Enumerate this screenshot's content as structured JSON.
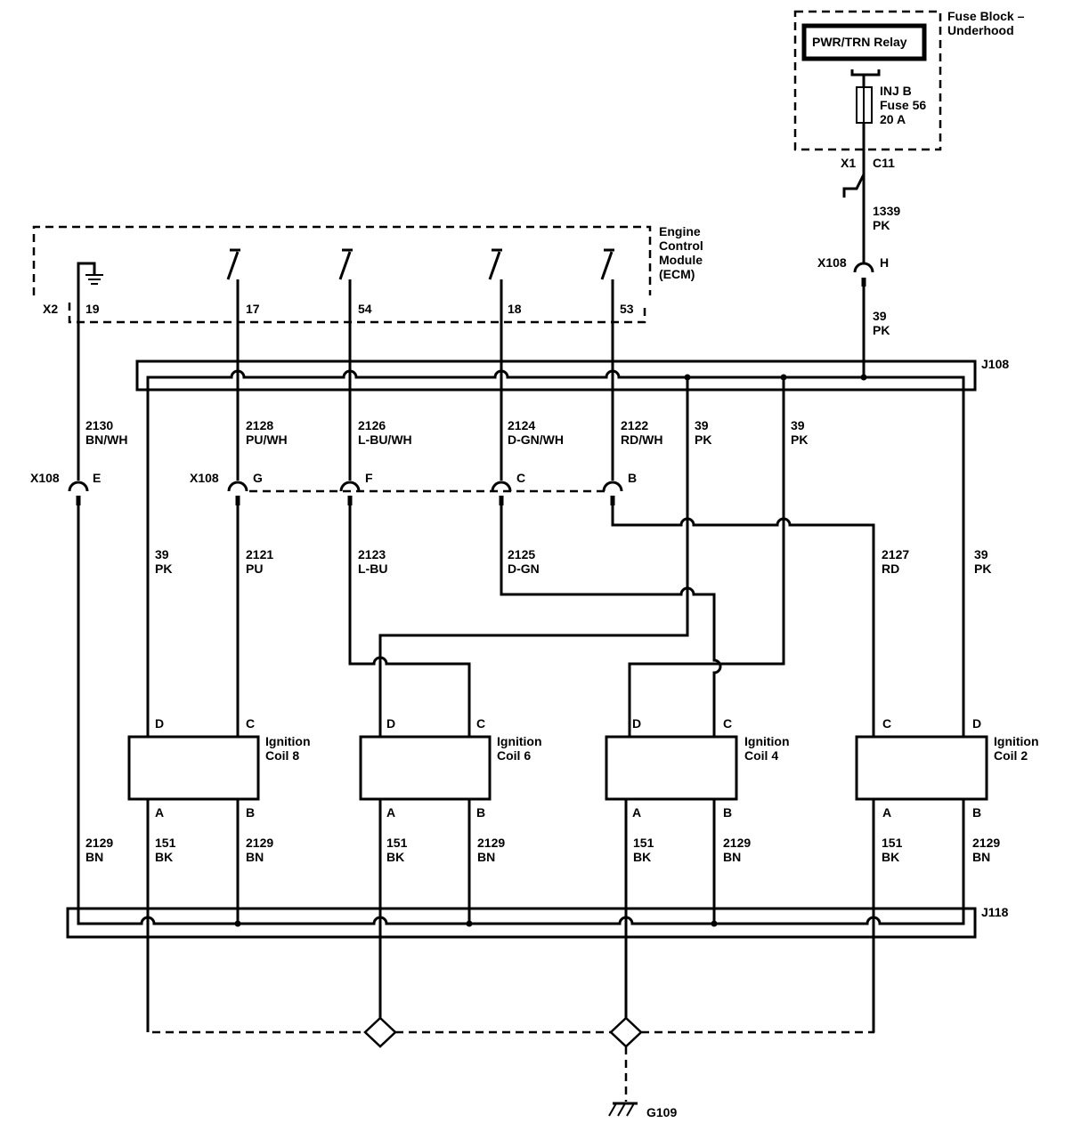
{
  "fuse_block": {
    "title_line1": "Fuse Block –",
    "title_line2": "Underhood",
    "relay_label": "PWR/TRN Relay",
    "fuse_line1": "INJ B",
    "fuse_line2": "Fuse 56",
    "fuse_line3": "20 A",
    "connector_x1": "X1",
    "pin_c11": "C11"
  },
  "feed": {
    "circuit_1339": "1339",
    "color_1339": "PK",
    "x108": "X108",
    "pin_h": "H",
    "circuit_39": "39",
    "color_39": "PK"
  },
  "ecm": {
    "line1": "Engine",
    "line2": "Control",
    "line3": "Module",
    "line4": "(ECM)",
    "connector": "X2",
    "pins": [
      "19",
      "17",
      "54",
      "18",
      "53"
    ]
  },
  "splices": {
    "j108": "J108",
    "j118": "J118"
  },
  "upper_wires": [
    {
      "num": "2130",
      "color": "BN/WH"
    },
    {
      "num": "2128",
      "color": "PU/WH"
    },
    {
      "num": "2126",
      "color": "L-BU/WH"
    },
    {
      "num": "2124",
      "color": "D-GN/WH"
    },
    {
      "num": "2122",
      "color": "RD/WH"
    },
    {
      "num": "39",
      "color": "PK"
    },
    {
      "num": "39",
      "color": "PK"
    }
  ],
  "x108_row": {
    "left_label": "X108",
    "left_pin": "E",
    "mid_label": "X108",
    "pins": [
      "G",
      "F",
      "C",
      "B"
    ]
  },
  "mid_wires": [
    {
      "num": "39",
      "color": "PK"
    },
    {
      "num": "2121",
      "color": "PU"
    },
    {
      "num": "2123",
      "color": "L-BU"
    },
    {
      "num": "2125",
      "color": "D-GN"
    },
    {
      "num": "2127",
      "color": "RD"
    },
    {
      "num": "39",
      "color": "PK"
    }
  ],
  "coils": [
    {
      "line1": "Ignition",
      "line2": "Coil 8",
      "top_left": "D",
      "top_right": "C",
      "bottom_left": "A",
      "bottom_right": "B"
    },
    {
      "line1": "Ignition",
      "line2": "Coil 6",
      "top_left": "D",
      "top_right": "C",
      "bottom_left": "A",
      "bottom_right": "B"
    },
    {
      "line1": "Ignition",
      "line2": "Coil 4",
      "top_left": "D",
      "top_right": "C",
      "bottom_left": "A",
      "bottom_right": "B"
    },
    {
      "line1": "Ignition",
      "line2": "Coil 2",
      "top_left": "C",
      "top_right": "D",
      "bottom_left": "A",
      "bottom_right": "B"
    }
  ],
  "lower_wires": [
    {
      "num": "2129",
      "color": "BN"
    },
    {
      "num": "151",
      "color": "BK"
    },
    {
      "num": "2129",
      "color": "BN"
    },
    {
      "num": "151",
      "color": "BK"
    },
    {
      "num": "2129",
      "color": "BN"
    },
    {
      "num": "151",
      "color": "BK"
    },
    {
      "num": "2129",
      "color": "BN"
    },
    {
      "num": "151",
      "color": "BK"
    },
    {
      "num": "2129",
      "color": "BN"
    }
  ],
  "ground": {
    "label": "G109"
  }
}
